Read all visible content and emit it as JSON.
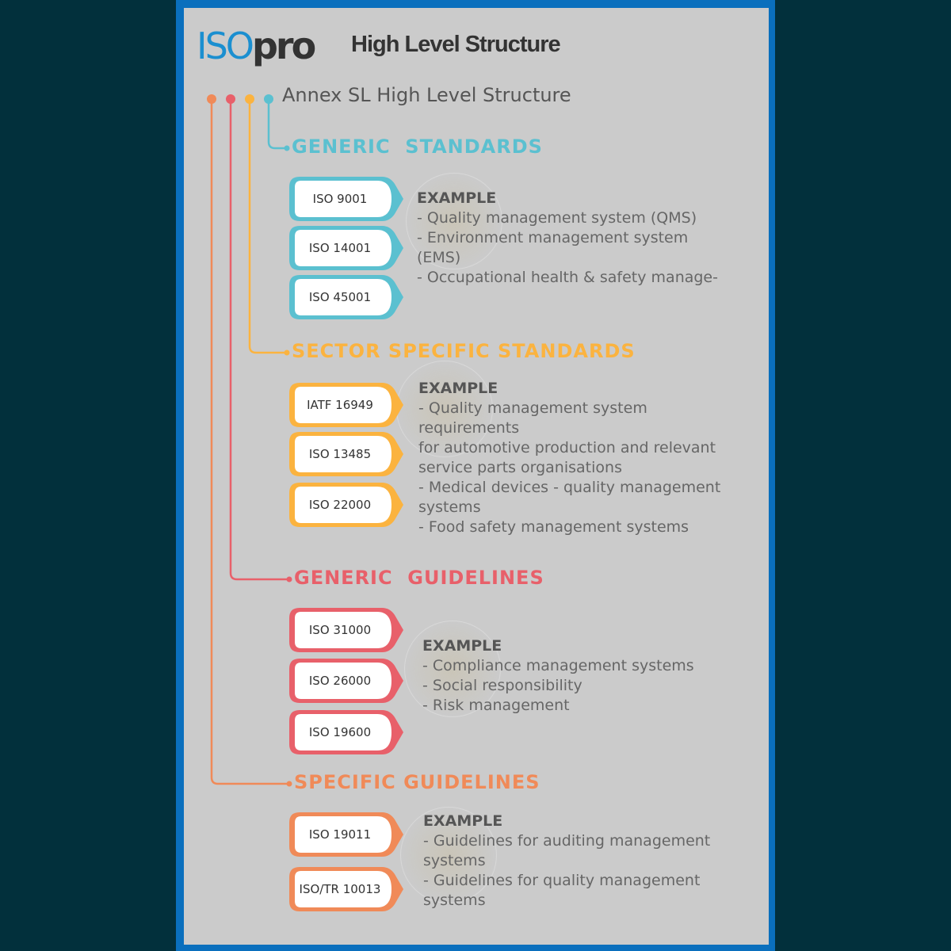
{
  "header": {
    "logo_iso": "ISO",
    "logo_pro": "pro",
    "title": "High Level Structure"
  },
  "subtitle": "Annex SL High Level Structure",
  "colors": {
    "teal": "#5bc0d0",
    "yellow": "#fbb33f",
    "red": "#e8606a",
    "orange": "#f08a58",
    "frame": "#0a6fbd",
    "background": "#02303c"
  },
  "sections": [
    {
      "title": "GENERIC  STANDARDS",
      "color": "#5bc0d0",
      "badges": [
        "ISO 9001",
        "ISO 14001",
        "ISO 45001"
      ],
      "example_heading": "EXAMPLE",
      "example_lines": [
        "- Quality management system (QMS)",
        "- Environment management system (EMS)",
        "- Occupational health & safety manage-"
      ]
    },
    {
      "title": "SECTOR SPECIFIC STANDARDS",
      "color": "#fbb33f",
      "badges": [
        "IATF 16949",
        "ISO 13485",
        "ISO 22000"
      ],
      "example_heading": "EXAMPLE",
      "example_lines": [
        "- Quality management system requirements",
        "for automotive production and relevant service parts organisations",
        "- Medical devices - quality management systems",
        "- Food safety management systems"
      ]
    },
    {
      "title": "GENERIC  GUIDELINES",
      "color": "#e8606a",
      "badges": [
        "ISO 31000",
        "ISO 26000",
        "ISO 19600"
      ],
      "example_heading": "EXAMPLE",
      "example_lines": [
        "- Compliance management systems",
        "- Social responsibility",
        "- Risk management"
      ]
    },
    {
      "title": "SPECIFIC GUIDELINES",
      "color": "#f08a58",
      "badges": [
        "ISO 19011",
        "ISO/TR 10013"
      ],
      "example_heading": "EXAMPLE",
      "example_lines": [
        "- Guidelines for auditing management systems",
        "- Guidelines for quality management systems"
      ]
    }
  ]
}
